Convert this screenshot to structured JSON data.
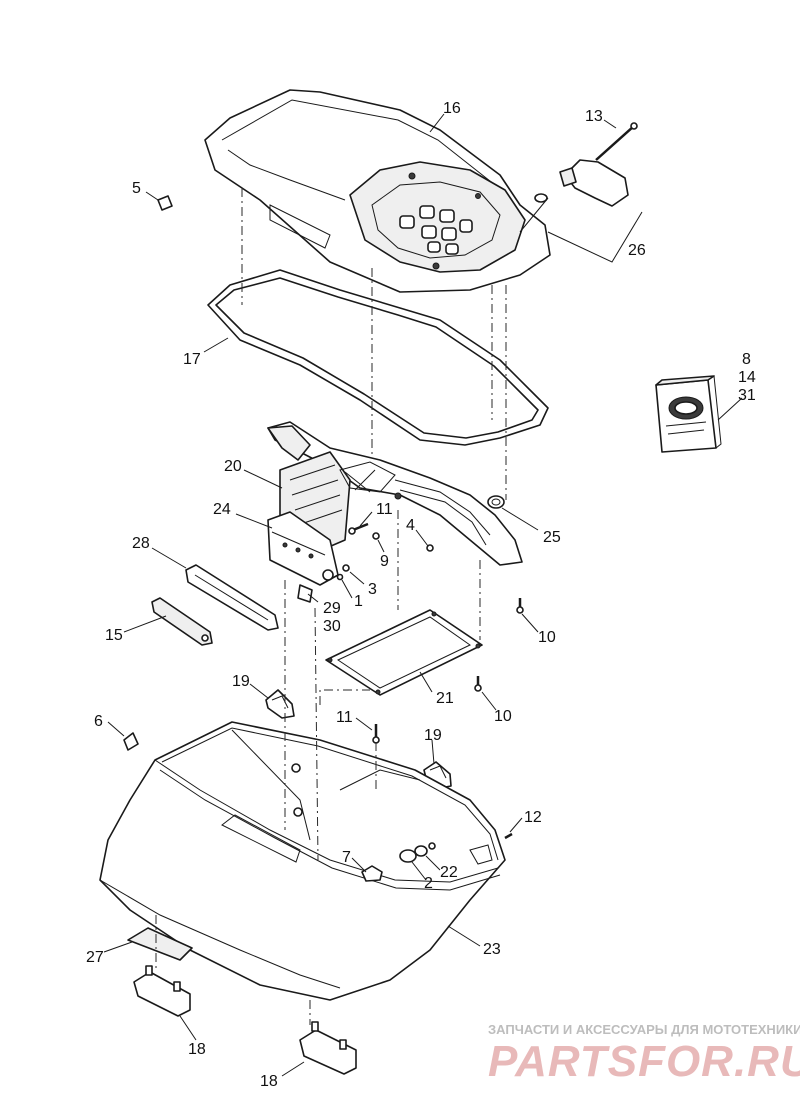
{
  "diagram": {
    "callouts": {
      "c16": "16",
      "c13": "13",
      "c5": "5",
      "c26": "26",
      "c17": "17",
      "c8": "8",
      "c14": "14",
      "c31": "31",
      "c20": "20",
      "c11a": "11",
      "c24": "24",
      "c4": "4",
      "c25": "25",
      "c9": "9",
      "c28": "28",
      "c3": "3",
      "c1": "1",
      "c29": "29",
      "c30": "30",
      "c15": "15",
      "c10a": "10",
      "c19a": "19",
      "c21": "21",
      "c10b": "10",
      "c6": "6",
      "c11b": "11",
      "c19b": "19",
      "c12": "12",
      "c7": "7",
      "c2": "2",
      "c22": "22",
      "c27": "27",
      "c23": "23",
      "c18a": "18",
      "c18b": "18"
    }
  },
  "watermark": {
    "tagline": "ЗАПЧАСТИ И АКСЕССУАРЫ ДЛЯ МОТОТЕХНИКИ",
    "brand": "PARTSFOR.RU"
  }
}
